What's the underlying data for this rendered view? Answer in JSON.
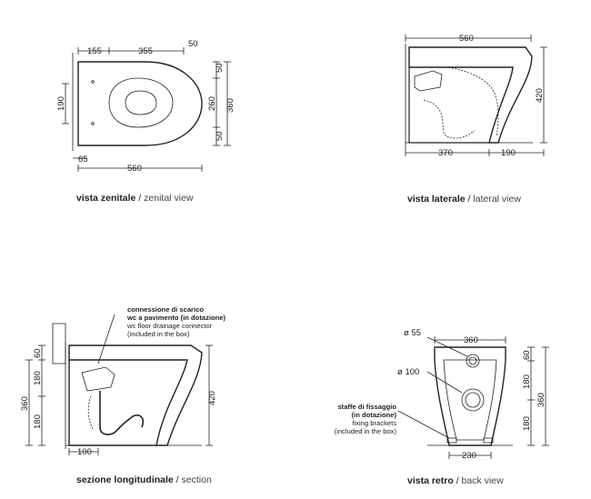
{
  "views": {
    "top": {
      "dims": {
        "d155": "155",
        "d355": "355",
        "d50_top": "50",
        "d190": "190",
        "d50_r1": "50",
        "d260": "260",
        "d360": "360",
        "d50_r2": "50",
        "d65": "65",
        "d560": "560"
      },
      "caption": {
        "it": "vista zenitale",
        "sep": " / ",
        "en": "zenital view"
      }
    },
    "lateral": {
      "dims": {
        "d560": "560",
        "d420": "420",
        "d370": "370",
        "d190": "190"
      },
      "caption": {
        "it": "vista laterale",
        "sep": " / ",
        "en": "lateral view"
      }
    },
    "section": {
      "dims": {
        "d60": "60",
        "d180a": "180",
        "d180b": "180",
        "d360": "360",
        "d420": "420",
        "d100": "100"
      },
      "note": {
        "line1": "connessione di scarico",
        "line2": "wc a pavimento (in dotazione)",
        "line3": "wc floor drainage connector",
        "line4": "(included in the box)"
      },
      "caption": {
        "it": "sezione longitudinale",
        "sep": " / ",
        "en": "section"
      }
    },
    "back": {
      "dims": {
        "phi55": "ø 55",
        "d360w": "360",
        "phi100": "ø 100",
        "d60": "60",
        "d180a": "180",
        "d180b": "180",
        "d360h": "360",
        "d230": "230"
      },
      "note": {
        "line1": "staffe di fissaggio",
        "line2": "(in dotazione)",
        "line3": "fixing brackets",
        "line4": "(included in the box)"
      },
      "caption": {
        "it": "vista retro",
        "sep": " / ",
        "en": "back view"
      }
    }
  }
}
